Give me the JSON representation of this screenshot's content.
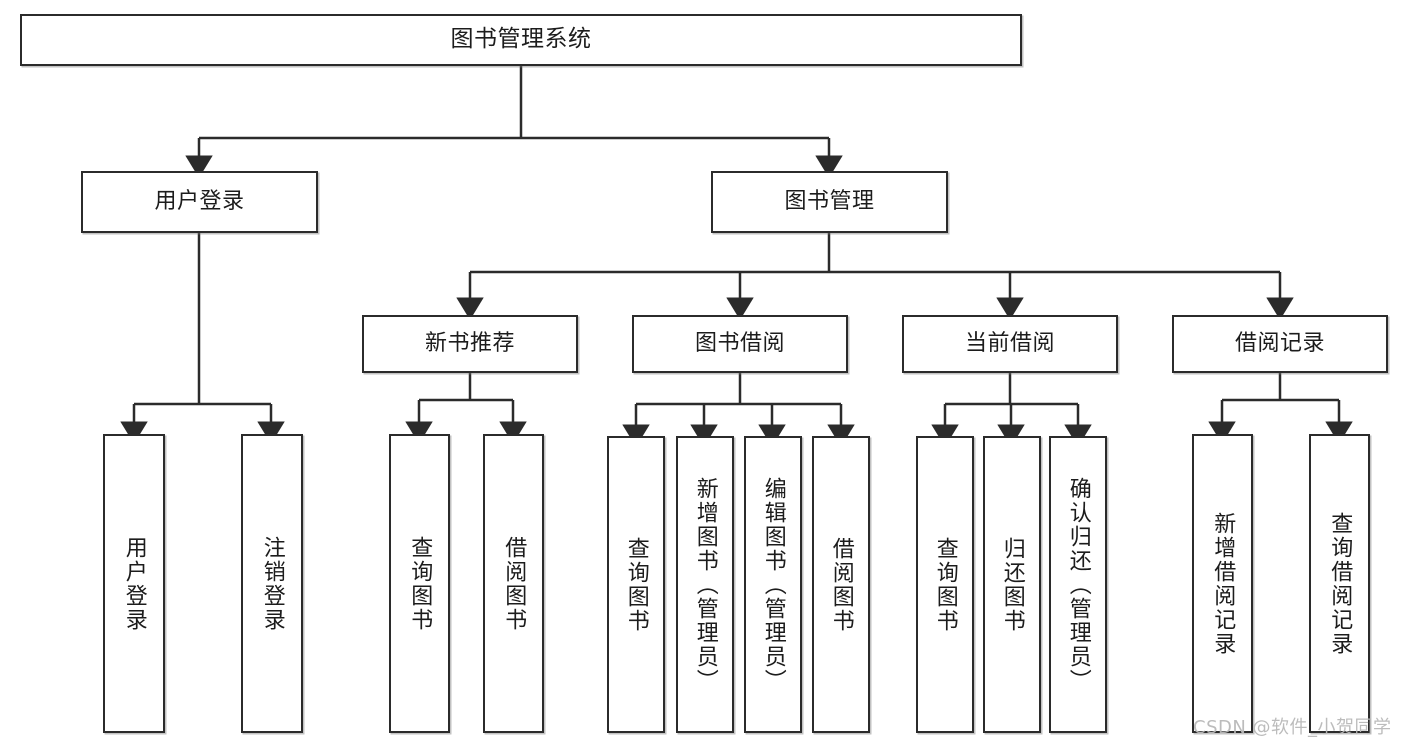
{
  "diagram": {
    "title": "图书管理系统",
    "type": "tree-hierarchy-chart",
    "root": {
      "label": "图书管理系统"
    },
    "level2": [
      {
        "label": "用户登录"
      },
      {
        "label": "图书管理"
      }
    ],
    "level3": [
      {
        "label": "新书推荐"
      },
      {
        "label": "图书借阅"
      },
      {
        "label": "当前借阅"
      },
      {
        "label": "借阅记录"
      }
    ],
    "leaves": {
      "user_login": [
        {
          "label": "用户登录"
        },
        {
          "label": "注销登录"
        }
      ],
      "new_book_recommend": [
        {
          "label": "查询图书"
        },
        {
          "label": "借阅图书"
        }
      ],
      "book_borrow": [
        {
          "label": "查询图书"
        },
        {
          "label": "新增图书（管理员）"
        },
        {
          "label": "编辑图书（管理员）"
        },
        {
          "label": "借阅图书"
        }
      ],
      "current_borrow": [
        {
          "label": "查询图书"
        },
        {
          "label": "归还图书"
        },
        {
          "label": "确认归还（管理员）"
        }
      ],
      "borrow_record": [
        {
          "label": "新增借阅记录"
        },
        {
          "label": "查询借阅记录"
        }
      ]
    }
  },
  "watermark": {
    "text": "CSDN @软件_小贺同学"
  },
  "colors": {
    "box_border": "#2b2b2b",
    "box_fill": "#ffffff",
    "text": "#1c1c1c",
    "edge": "#2b2b2b",
    "watermark": "#b9b9b9"
  }
}
